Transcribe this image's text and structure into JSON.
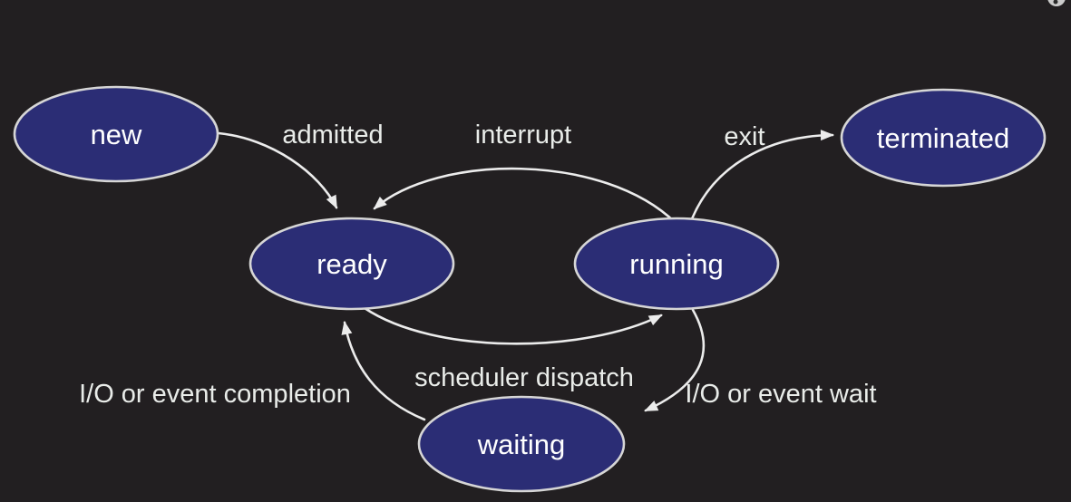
{
  "diagram": {
    "type": "state-diagram",
    "nodes": [
      {
        "id": "new",
        "label": "new"
      },
      {
        "id": "ready",
        "label": "ready"
      },
      {
        "id": "running",
        "label": "running"
      },
      {
        "id": "waiting",
        "label": "waiting"
      },
      {
        "id": "terminated",
        "label": "terminated"
      }
    ],
    "edges": [
      {
        "id": "admitted",
        "label": "admitted",
        "from": "new",
        "to": "ready"
      },
      {
        "id": "interrupt",
        "label": "interrupt",
        "from": "running",
        "to": "ready"
      },
      {
        "id": "exit",
        "label": "exit",
        "from": "running",
        "to": "terminated"
      },
      {
        "id": "scheduler-dispatch",
        "label": "scheduler dispatch",
        "from": "ready",
        "to": "running"
      },
      {
        "id": "io-event-wait",
        "label": "I/O or event wait",
        "from": "running",
        "to": "waiting"
      },
      {
        "id": "io-event-completion",
        "label": "I/O or event completion",
        "from": "waiting",
        "to": "ready"
      }
    ],
    "colors": {
      "background": "#221f21",
      "node_fill": "#2b2d75",
      "node_stroke": "#d6d6d6",
      "node_text": "#ffffff",
      "edge_stroke": "#ececec",
      "edge_label_text": "#e9ece9"
    }
  }
}
